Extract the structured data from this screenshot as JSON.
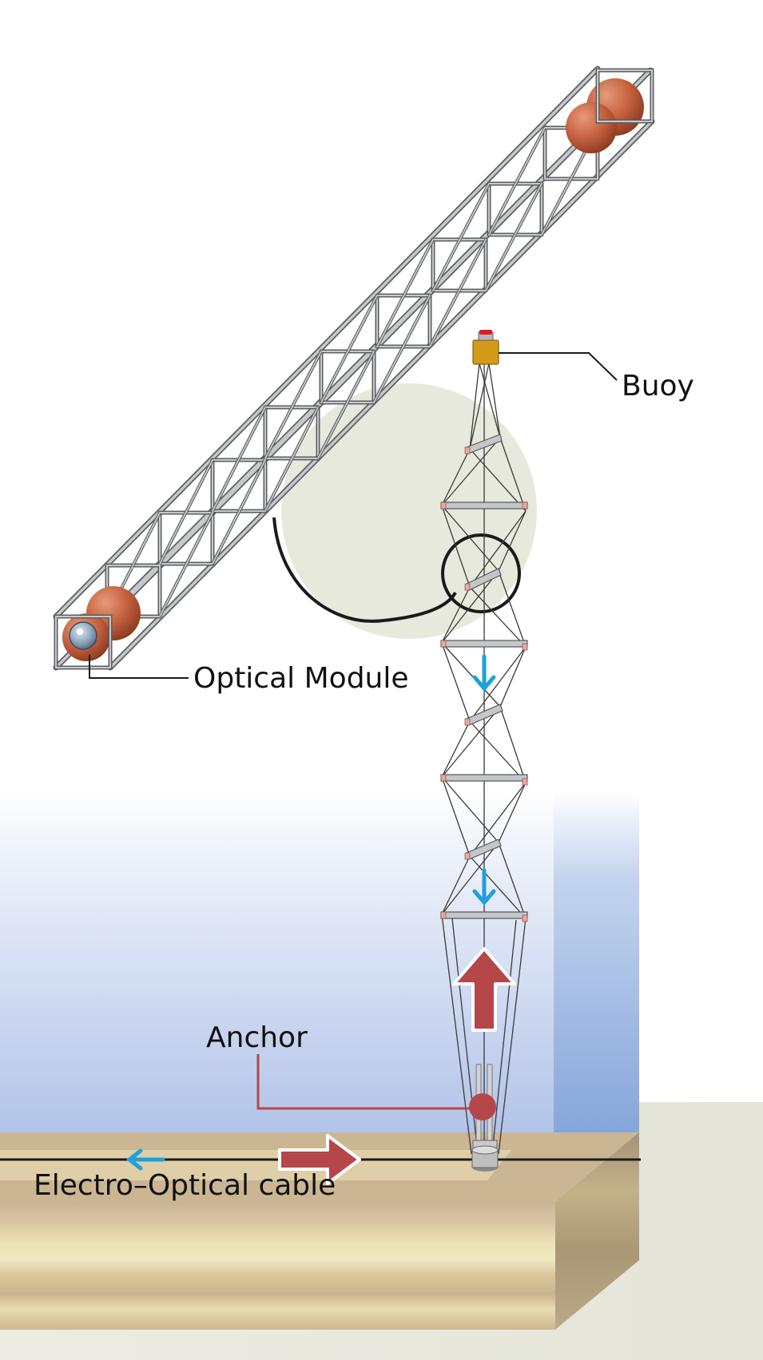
{
  "labels": {
    "buoy": "Buoy",
    "optical_module": "Optical Module",
    "anchor": "Anchor",
    "cable": "Electro–Optical cable"
  },
  "colors": {
    "frame": "#5c5f62",
    "frame_light": "#c6c9cc",
    "sphere": "#c4603e",
    "buoy_body": "#d49a1a",
    "buoy_light": "#e01b24",
    "callout_zoom_bg": "#e8e9dd",
    "flow_arrow_blue": "#1ea1dc",
    "force_arrow_red": "#b5474a",
    "anchor_leader": "#b5474a",
    "water_top": "#ffffff",
    "water_bottom": "#b2c3e9",
    "seabed_top": "#c3ae8d",
    "seabed_band": "#e7dcae",
    "ground_plane": "#e9e9df"
  },
  "icons": {
    "optical_module": "glass-sphere-icon",
    "buoy": "buoy-icon",
    "anchor": "anchor-weight-icon",
    "arrow_down": "arrow-down-icon",
    "arrow_up": "arrow-up-icon",
    "arrow_right": "arrow-right-icon",
    "arrow_left": "arrow-left-icon"
  }
}
